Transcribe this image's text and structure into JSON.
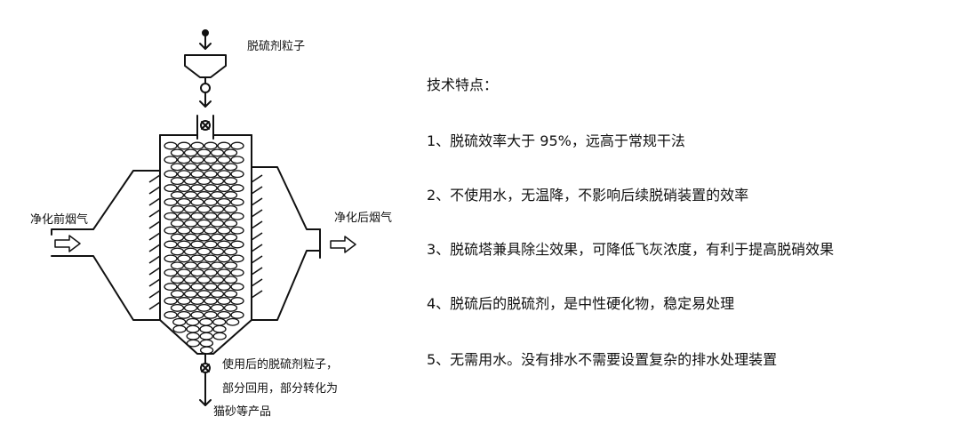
{
  "diagram": {
    "label_top": "脱硫剂粒子",
    "label_inlet": "净化前烟气",
    "label_outlet": "净化后烟气",
    "label_output_lines": [
      "使用后的脱硫剂粒子，",
      "部分回用，部分转化为",
      "猫砂等产品"
    ]
  },
  "features": {
    "title": "技术特点：",
    "items": [
      "1、脱硫效率大于 95%，远高于常规干法",
      "2、不使用水，无温降，不影响后续脱硝装置的效率",
      "3、脱硫塔兼具除尘效果，可降低飞灰浓度，有利于提高脱硝效果",
      "4、脱硫后的脱硫剂，是中性硬化物，稳定易处理",
      "5、无需用水。没有排水不需要设置复杂的排水处理装置"
    ]
  }
}
